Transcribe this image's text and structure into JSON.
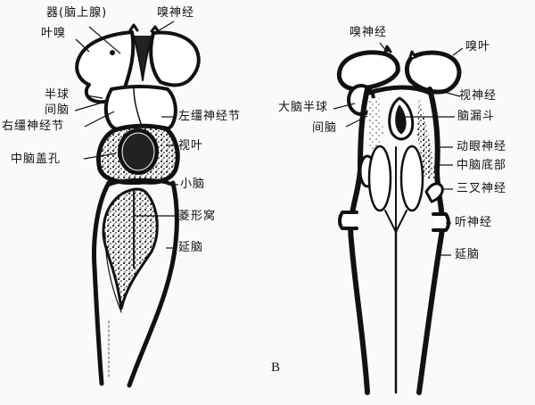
{
  "figure": {
    "caption": "B",
    "dorsal_view": {
      "labels": [
        {
          "id": "pineal",
          "text": "器(脑上腺)"
        },
        {
          "id": "olfactory-nerve",
          "text": "嗅神经"
        },
        {
          "id": "olfactory-lobe",
          "text": "叶嗅"
        },
        {
          "id": "hemisphere",
          "text": "半球"
        },
        {
          "id": "diencephalon",
          "text": "间脑"
        },
        {
          "id": "left-habenular-ganglion",
          "text": "左缰神经节"
        },
        {
          "id": "right-habenular-ganglion",
          "text": "右缰神经节"
        },
        {
          "id": "optic-lobe",
          "text": "视叶"
        },
        {
          "id": "midbrain-aqueduct",
          "text": "中脑盖孔"
        },
        {
          "id": "cerebellum",
          "text": "小脑"
        },
        {
          "id": "rhomboid-fossa",
          "text": "菱形窝"
        },
        {
          "id": "medulla",
          "text": "延脑"
        }
      ]
    },
    "ventral_view": {
      "labels": [
        {
          "id": "olfactory-nerve",
          "text": "嗅神经"
        },
        {
          "id": "olfactory-lobe",
          "text": "嗅叶"
        },
        {
          "id": "cerebral-hemisphere",
          "text": "大脑半球"
        },
        {
          "id": "optic-nerve",
          "text": "视神经"
        },
        {
          "id": "infundibulum",
          "text": "脑漏斗"
        },
        {
          "id": "diencephalon",
          "text": "间脑"
        },
        {
          "id": "oculomotor-nerve",
          "text": "动眼神经"
        },
        {
          "id": "midbrain-floor",
          "text": "中脑底部"
        },
        {
          "id": "trigeminal-nerve",
          "text": "三叉神经"
        },
        {
          "id": "auditory-nerve",
          "text": "听神经"
        },
        {
          "id": "medulla",
          "text": "延脑"
        }
      ]
    }
  }
}
